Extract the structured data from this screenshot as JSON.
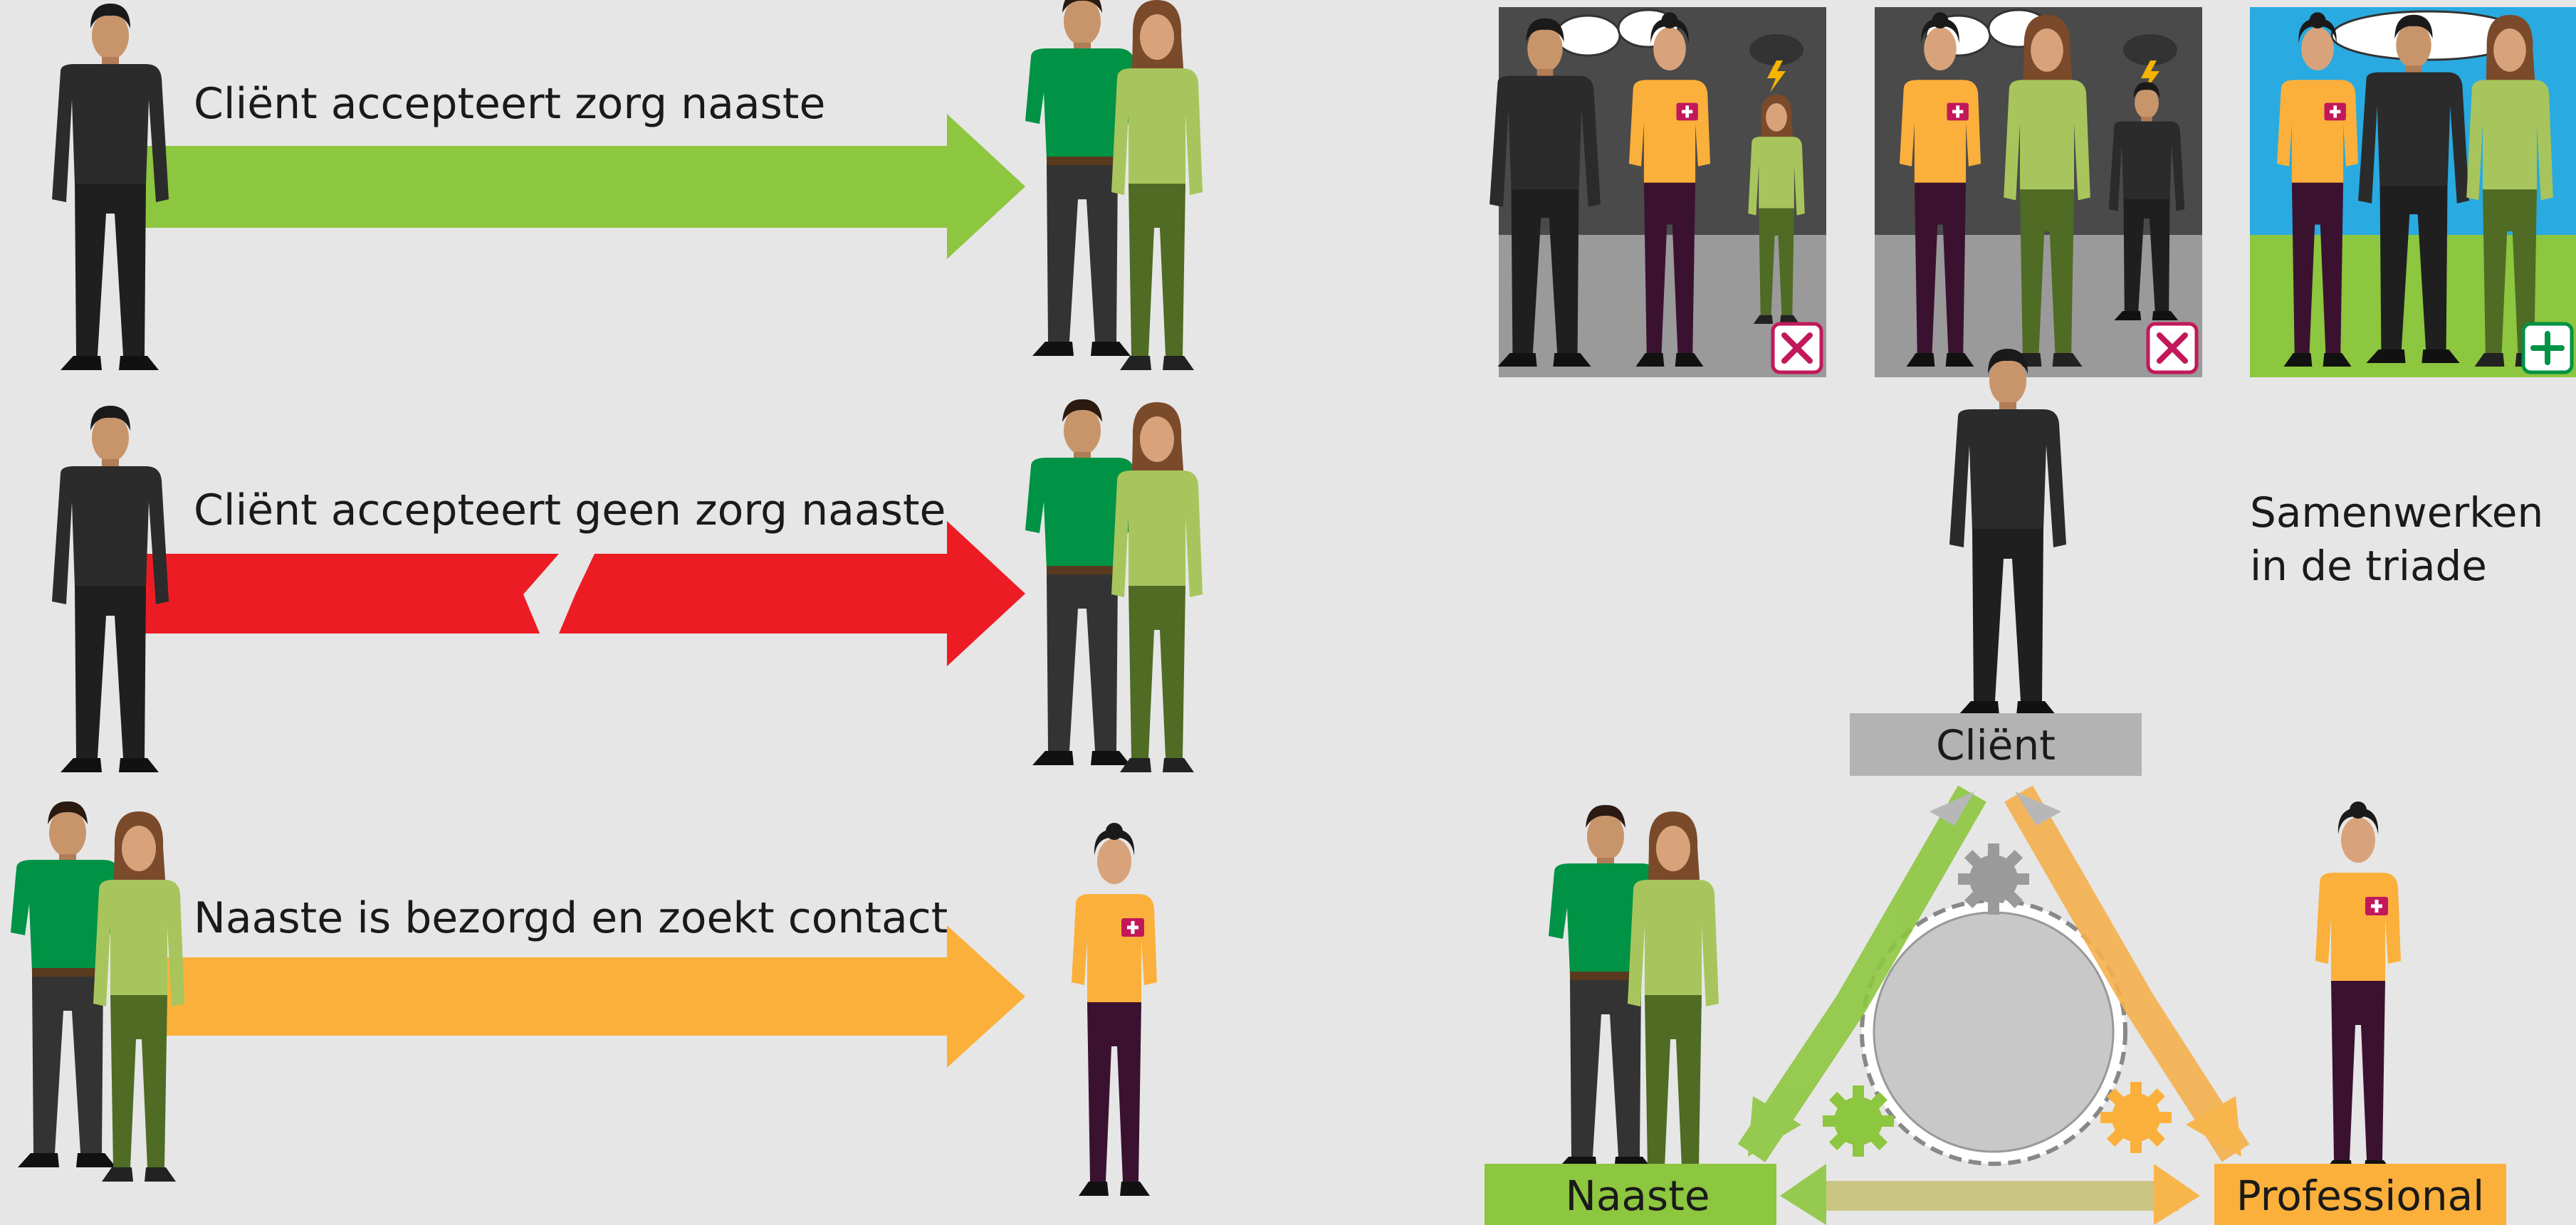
{
  "rows": [
    {
      "label": "Cliënt accepteert zorg naaste"
    },
    {
      "label": "Cliënt accepteert geen zorg naaste"
    },
    {
      "label": "Naaste is bezorgd en zoekt contact"
    }
  ],
  "triade": {
    "title_line1": "Samenwerken",
    "title_line2": "in de triade",
    "client_label": "Cliënt",
    "naaste_label": "Naaste",
    "professional_label": "Professional"
  },
  "colors": {
    "green": "#8dc63f",
    "red": "#ed1c24",
    "orange": "#fbb03b",
    "label_grey": "#b3b3b3"
  },
  "panels": [
    {
      "status_icon": "cross-icon"
    },
    {
      "status_icon": "cross-icon"
    },
    {
      "status_icon": "plus-icon"
    }
  ]
}
